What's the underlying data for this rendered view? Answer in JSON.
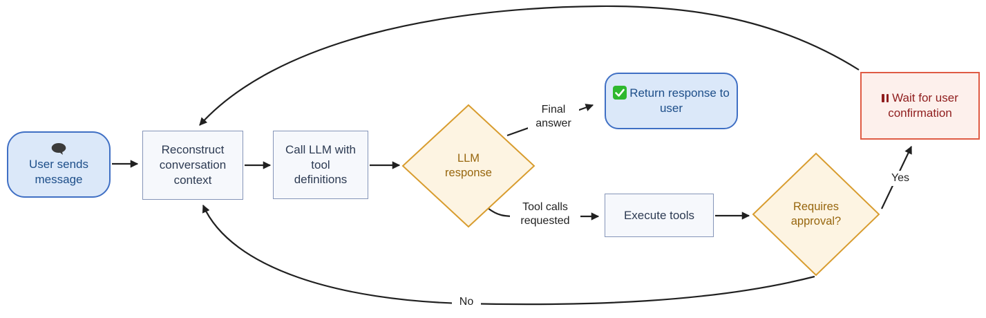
{
  "colors": {
    "background": "#ffffff",
    "edge": "#202020",
    "blue_fill": "#dbe8f9",
    "blue_border": "#3f6fc4",
    "blue_text": "#1d4e89",
    "rect_fill": "#f6f8fc",
    "rect_border": "#8494b8",
    "rect_text": "#2c3a52",
    "diamond_fill": "#fdf4e2",
    "diamond_border": "#d89c2e",
    "diamond_text": "#97660e",
    "red_fill": "#fdf0ec",
    "red_border": "#df5b44",
    "red_text": "#8f1d1d",
    "check_green": "#2eb82e",
    "bubble_dark": "#3b3b3b"
  },
  "nodes": {
    "user_message": {
      "label": "User sends message",
      "icon": "speech-bubble"
    },
    "reconstruct_context": {
      "label": "Reconstruct conversation context"
    },
    "call_llm": {
      "label": "Call LLM with tool definitions"
    },
    "llm_response": {
      "label": "LLM response"
    },
    "return_response": {
      "label": "Return response to user",
      "icon": "check-mark"
    },
    "execute_tools": {
      "label": "Execute tools"
    },
    "requires_approval": {
      "label": "Requires approval?"
    },
    "wait_confirmation": {
      "label": "Wait for user confirmation",
      "icon": "pause"
    }
  },
  "edge_labels": {
    "final_answer": "Final answer",
    "tool_calls_requested": "Tool calls requested",
    "yes": "Yes",
    "no": "No"
  }
}
